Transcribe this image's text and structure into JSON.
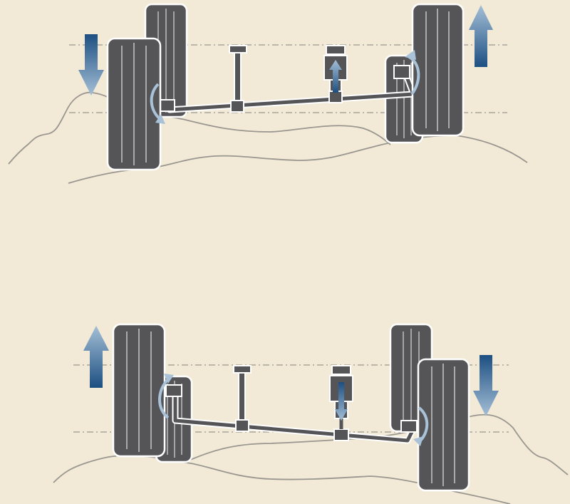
{
  "colors": {
    "background": "#f2ead6",
    "terrain_line": "#9a9690",
    "guide_line": "#9a9690",
    "tire": "#555558",
    "tire_groove": "#d9d9d9",
    "axle": "#555558",
    "outline": "#ffffff",
    "arrow_dark": "#1d4f82",
    "arrow_light": "#a4bfd6",
    "rotation_arrow": "#a9c2d7"
  },
  "diagrams": [
    {
      "name": "top-axle-articulation",
      "left_wheel_motion": "down",
      "right_wheel_motion": "up",
      "shock_motion": "up"
    },
    {
      "name": "bottom-axle-articulation",
      "left_wheel_motion": "up",
      "right_wheel_motion": "down",
      "shock_motion": "down"
    }
  ],
  "icons": {
    "wheel": "tire-icon",
    "travel_arrow": "vertical-arrow-icon",
    "rotation_arrow": "curved-arrow-icon"
  }
}
